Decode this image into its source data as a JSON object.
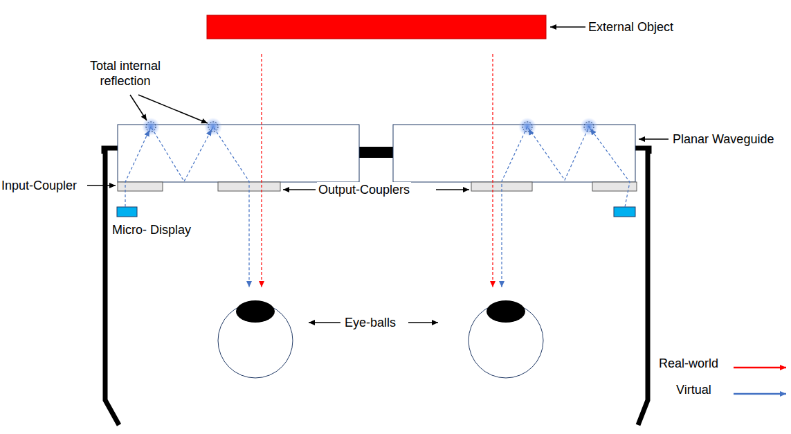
{
  "diagram": {
    "labels": [
      "External Object",
      "Total internal reflection",
      "Planar Waveguide",
      "Input-Coupler",
      "Output-Couplers",
      "Micro- Display",
      "Eye-balls"
    ],
    "legend": [
      {
        "text": "Real-world"
      },
      {
        "text": "Virtual"
      }
    ]
  }
}
